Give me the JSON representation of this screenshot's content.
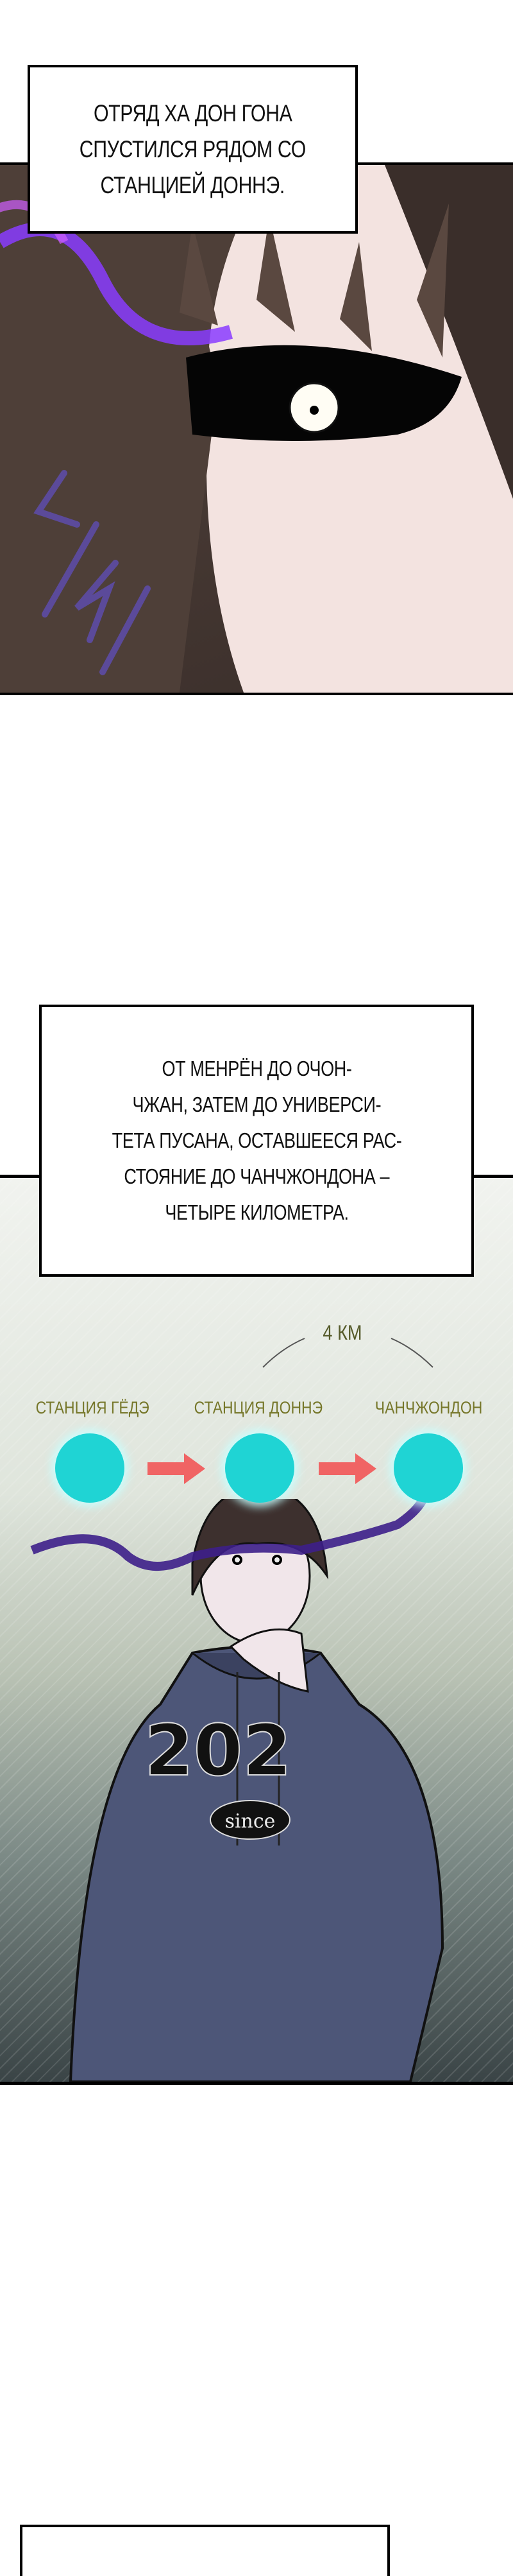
{
  "panel1": {
    "caption": [
      "Отряд Ха Дон Гона",
      "спустился рядом со",
      "станцией Доннэ."
    ],
    "sfx": "swish-sound-effect",
    "colors": {
      "aura": "#7a3cff",
      "hair": "#4a3c36",
      "skin": "#f3e3e0"
    }
  },
  "panel2": {
    "caption": [
      "От Менрён до Очон-",
      "чжан, затем до Универси-",
      "тета Пусана, оставшееся рас-",
      "стояние до Чанчжондона –",
      "четыре километра."
    ],
    "distance_label": "4 КМ",
    "stations": [
      {
        "name": "Станция Гёдэ"
      },
      {
        "name": "Станция Доннэ"
      },
      {
        "name": "Чанчжондон"
      }
    ],
    "hoodie_print": {
      "number": "202",
      "word": "since"
    },
    "colors": {
      "station_dot": "#1fd4d4",
      "arrow": "#f06464",
      "label": "#76772a",
      "hoodie": "#4d5678"
    }
  },
  "panel3": {
    "caption_partial": true
  }
}
